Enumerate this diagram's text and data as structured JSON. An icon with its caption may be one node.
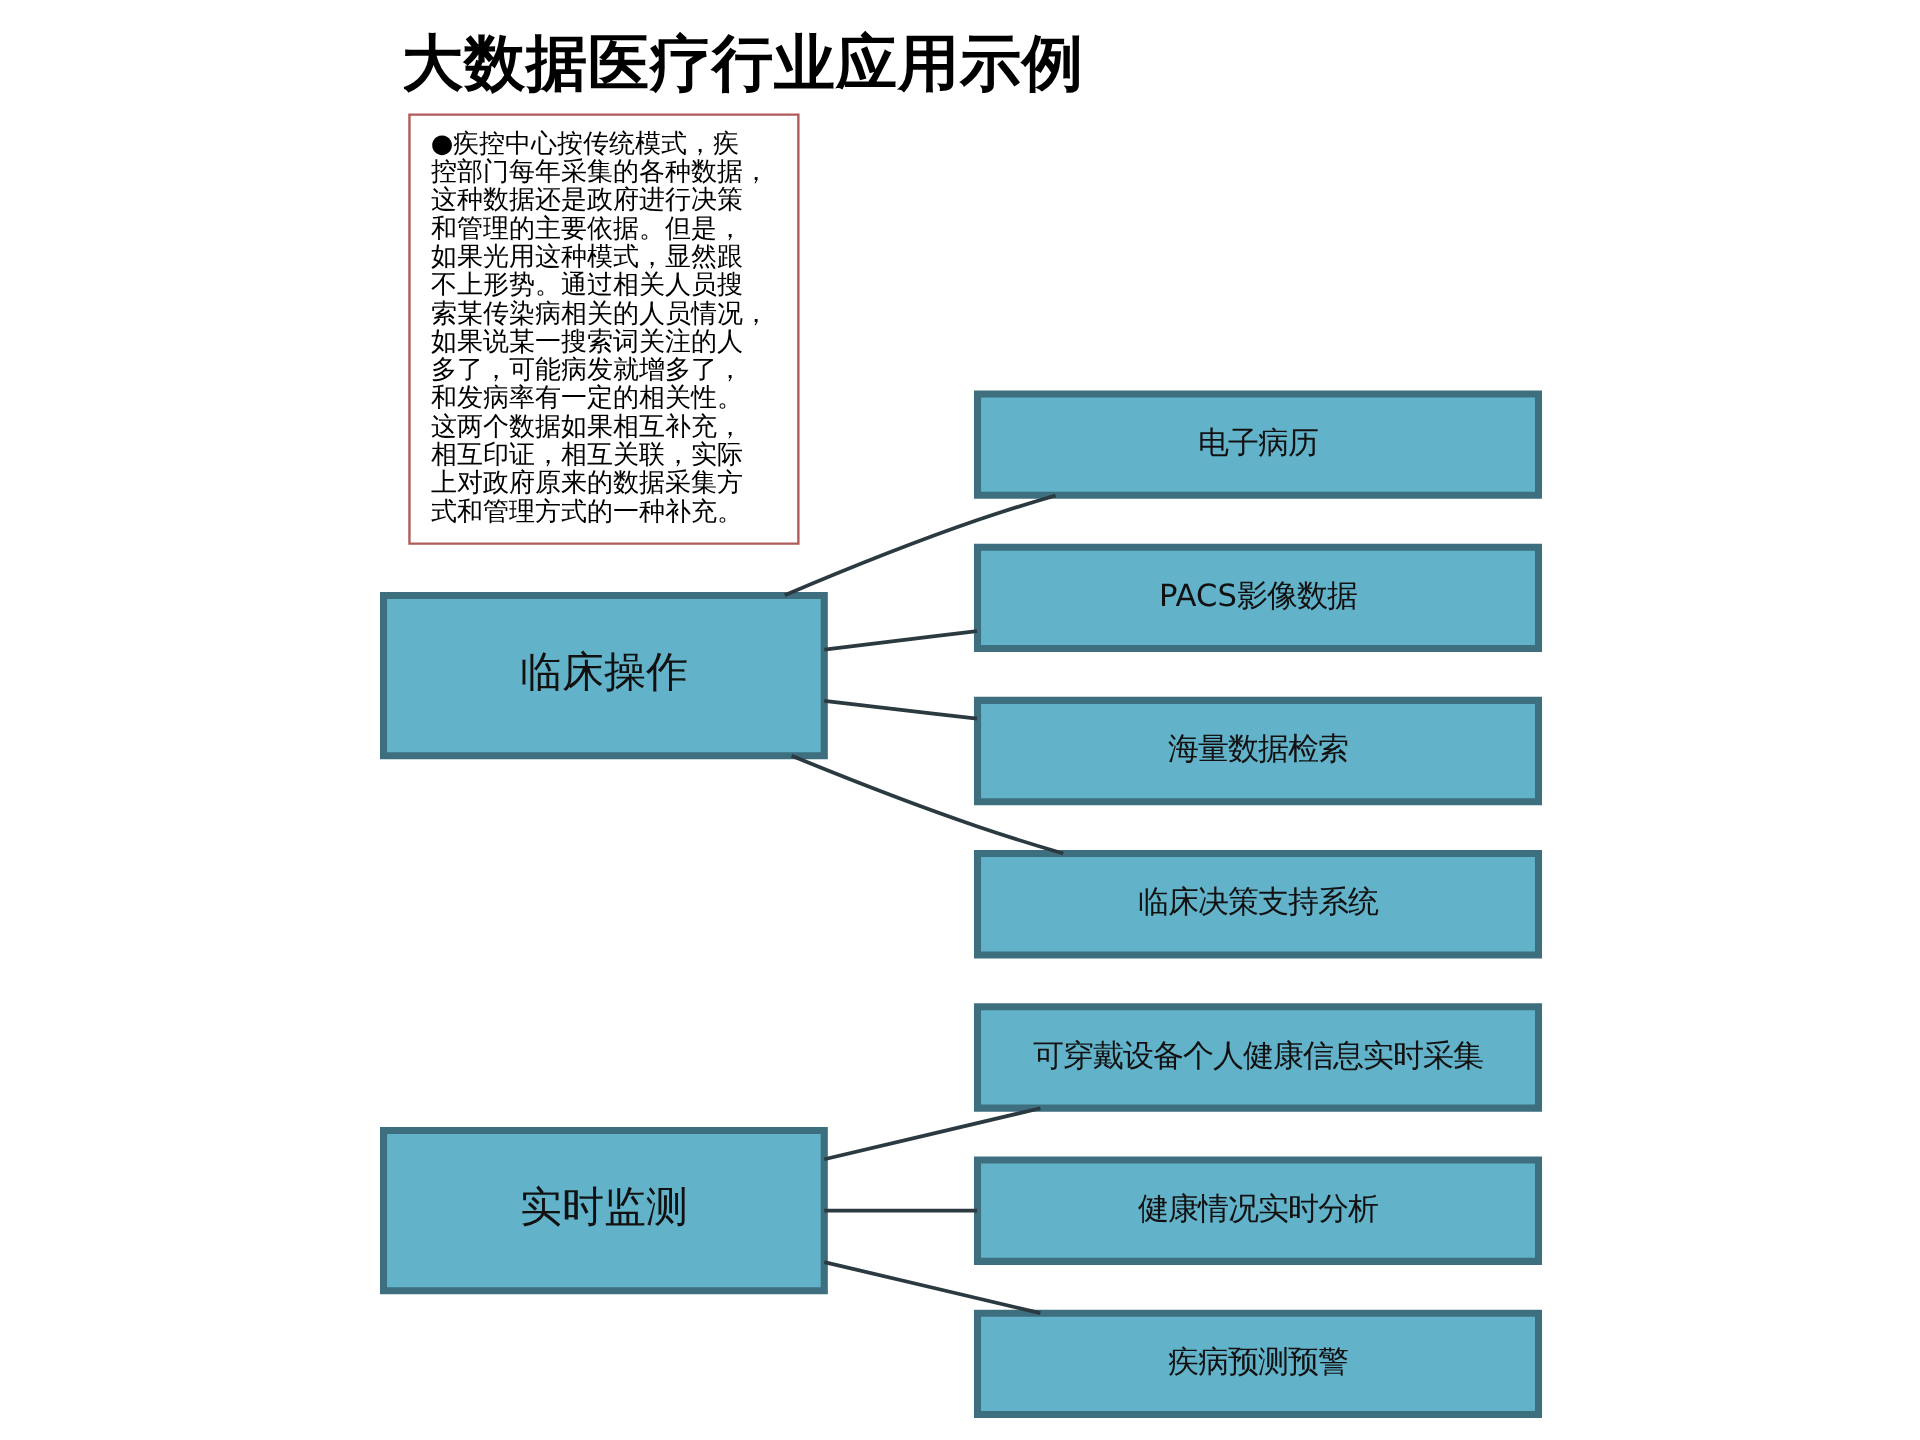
{
  "diagram": {
    "title": "大数据医疗行业应用示例",
    "nodes": [
      {
        "text": [
          "●疾控中心按传统模式，疾控部门每年采集的各种数据，这种数据还是政府进行决策和管理的主要依据。但是，如果光用这种模式，显然跟不上形势。通过相关人员搜索某传染病相关的人员情况，如果说某一搜索词关注的人多了，可能病发就增多了，和发病率有一定的相关性。这两个数据如果相互补充，相互印证，相互关联，实际上对政府原来的数据采集方式和管理方式的一种补充。"
        ]
      },
      {
        "text": [
          "临床操作"
        ]
      },
      {
        "text": [
          "电子病历"
        ]
      },
      {
        "text": [
          "PACS影像数据"
        ]
      },
      {
        "text": [
          "海量数据检索"
        ]
      },
      {
        "text": [
          "临床决策支持系统"
        ]
      },
      {
        "text": [
          "实时监测"
        ]
      },
      {
        "text": [
          "可穿戴设备个人健康信息实时采集"
        ]
      },
      {
        "text": [
          "健康情况实时分析"
        ]
      },
      {
        "text": [
          "疾病预测预警"
        ]
      }
    ],
    "edges": [
      {
        "from": 1,
        "to": 2,
        "arrow": "none"
      },
      {
        "from": 1,
        "to": 3,
        "arrow": "none"
      },
      {
        "from": 1,
        "to": 4,
        "arrow": "none"
      },
      {
        "from": 1,
        "to": 5,
        "arrow": "none"
      },
      {
        "from": 6,
        "to": 7,
        "arrow": "none"
      },
      {
        "from": 6,
        "to": 8,
        "arrow": "none"
      },
      {
        "from": 6,
        "to": 9,
        "arrow": "none"
      }
    ]
  }
}
